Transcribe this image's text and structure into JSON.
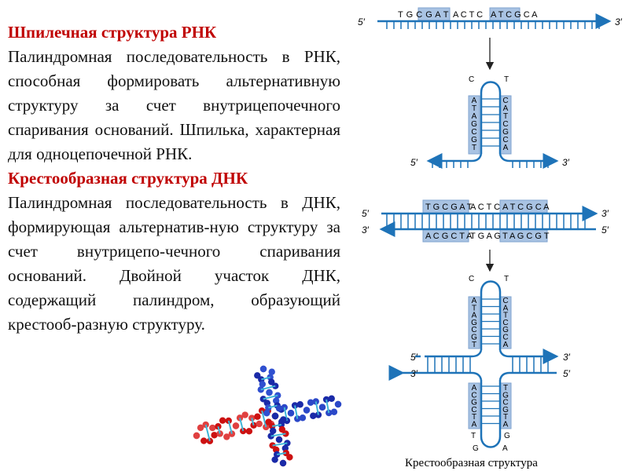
{
  "section1": {
    "heading": "Шпилечная структура РНК",
    "body": "Палиндромная последовательность в РНК, способная формировать альтернативную структуру за счет внутрицепочечного спаривания оснований. Шпилька, характерная для одноцепочечной РНК."
  },
  "section2": {
    "heading": "Крестообразная структура ДНК",
    "body": "Палиндромная последовательность в ДНК, формирующая альтернатив-ную структуру за счет внутрицепо-чечного спаривания оснований. Двойной участок ДНК, содержащий палиндром, образующий крестооб-разную структуру."
  },
  "hairpin": {
    "strand_label_5": "5′",
    "strand_label_3": "3′",
    "sequence_left": "T G C G A T",
    "sequence_mid": "A C T C",
    "sequence_right": "A T C G C A",
    "loop_top_left": "C",
    "loop_top_right": "T",
    "stem_left_bases": [
      "A",
      "T",
      "A",
      "G",
      "C",
      "G",
      "T"
    ],
    "stem_right_bases": [
      "C",
      "A",
      "T",
      "C",
      "G",
      "C",
      "A"
    ],
    "bottom_label_5": "5′",
    "bottom_label_3": "3′"
  },
  "cruciform": {
    "top_label_5": "5′",
    "top_label_3": "3′",
    "top_seq_left": "T G C G A T",
    "top_seq_mid": "A C T C",
    "top_seq_right": "A T C G C A",
    "bot_seq_left": "A C G C T A",
    "bot_seq_mid": "T G A G",
    "bot_seq_right": "T A G C G T",
    "upper_loop_left": "C",
    "upper_loop_right": "T",
    "upper_stem_left": [
      "A",
      "T",
      "A",
      "G",
      "C",
      "G",
      "T"
    ],
    "upper_stem_right": [
      "C",
      "A",
      "T",
      "C",
      "G",
      "C",
      "A"
    ],
    "lower_stem_left": [
      "A",
      "C",
      "G",
      "C",
      "T",
      "A"
    ],
    "lower_stem_right": [
      "T",
      "G",
      "C",
      "G",
      "T",
      "A"
    ],
    "lower_loop_left": "T",
    "lower_loop_right": "G",
    "lower_end_left": "G",
    "lower_end_right": "A",
    "caption": "Крестообразная структура"
  },
  "colors": {
    "heading": "#c00000",
    "strand": "#1e73b8",
    "box": "#a9c3e3",
    "box_border": "#7fa3cf"
  }
}
